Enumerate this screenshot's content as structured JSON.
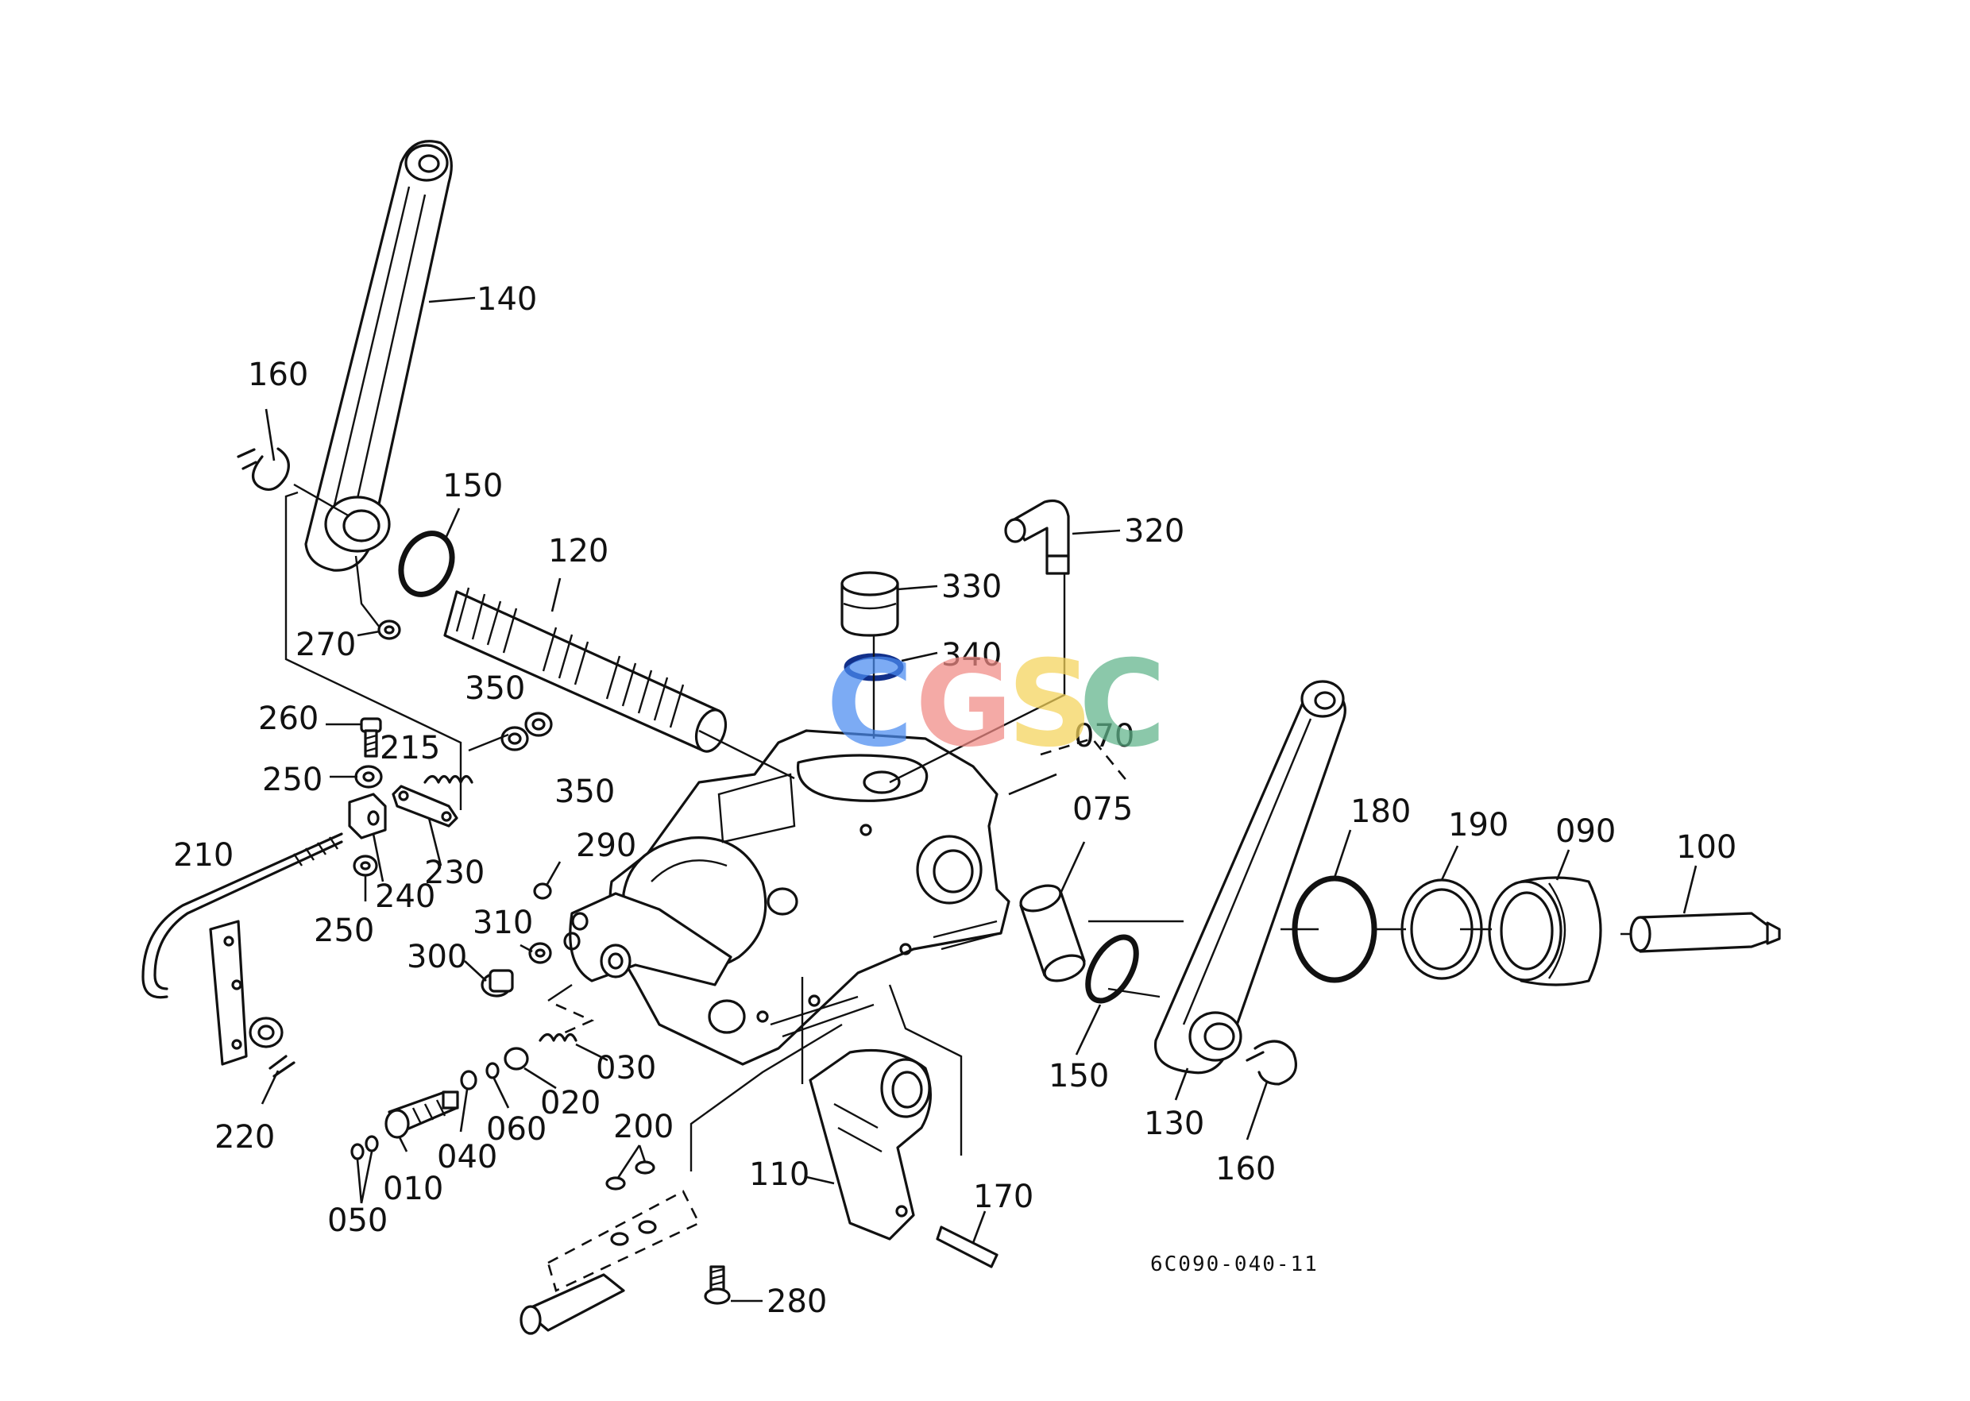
{
  "callouts": {
    "c140": "140",
    "c160a": "160",
    "c150a": "150",
    "c120": "120",
    "c320": "320",
    "c330": "330",
    "c340": "340",
    "c270": "270",
    "c260": "260",
    "c215": "215",
    "c350a": "350",
    "c350b": "350",
    "c250a": "250",
    "c070": "070",
    "c075": "075",
    "c230": "230",
    "c240": "240",
    "c250b": "250",
    "c210": "210",
    "c290": "290",
    "c310": "310",
    "c300": "300",
    "c180": "180",
    "c190": "190",
    "c090": "090",
    "c100": "100",
    "c030": "030",
    "c020": "020",
    "c060": "060",
    "c040": "040",
    "c010": "010",
    "c050": "050",
    "c220": "220",
    "c200": "200",
    "c110": "110",
    "c170": "170",
    "c280": "280",
    "c150b": "150",
    "c130": "130",
    "c160b": "160"
  },
  "reference_code": "6C090-040-11",
  "watermark": {
    "letters": [
      "C",
      "G",
      "S",
      "C"
    ],
    "colors": [
      "#4a8bf0",
      "#f08a85",
      "#f5d35a",
      "#5fb38a"
    ]
  }
}
